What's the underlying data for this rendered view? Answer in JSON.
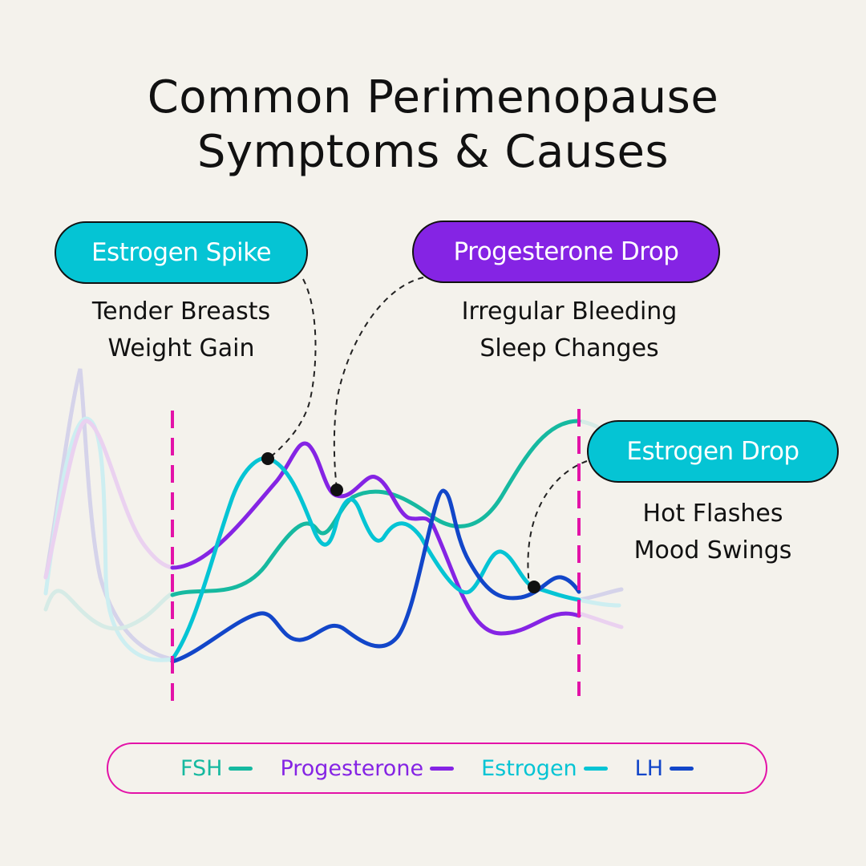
{
  "title": {
    "line1": "Common Perimenopause",
    "line2": "Symptoms & Causes"
  },
  "callouts": [
    {
      "label": "Estrogen Spike",
      "color": "#05c4d4",
      "symptoms": [
        "Tender Breasts",
        "Weight Gain"
      ]
    },
    {
      "label": "Progesterone Drop",
      "color": "#8524e4",
      "symptoms": [
        "Irregular Bleeding",
        "Sleep Changes"
      ]
    },
    {
      "label": "Estrogen Drop",
      "color": "#05c4d4",
      "symptoms": [
        "Hot Flashes",
        "Mood Swings"
      ]
    }
  ],
  "legend": [
    {
      "label": "FSH",
      "color": "#16b9a0"
    },
    {
      "label": "Progesterone",
      "color": "#8524e4"
    },
    {
      "label": "Estrogen",
      "color": "#05c4d4"
    },
    {
      "label": "LH",
      "color": "#1246c9"
    }
  ],
  "colors": {
    "background": "#f4f2ec",
    "marker_line": "#e313a8",
    "fsh": "#16b9a0",
    "progesterone": "#8524e4",
    "estrogen": "#05c4d4",
    "lh": "#1246c9"
  },
  "chart_data": {
    "type": "line",
    "title": "Common Perimenopause Symptoms & Causes",
    "xlabel": "",
    "ylabel": "",
    "grid": false,
    "legend_position": "bottom",
    "series": [
      {
        "name": "FSH",
        "color": "#16b9a0"
      },
      {
        "name": "Progesterone",
        "color": "#8524e4"
      },
      {
        "name": "Estrogen",
        "color": "#05c4d4"
      },
      {
        "name": "LH",
        "color": "#1246c9"
      }
    ],
    "annotations": [
      {
        "text": "Estrogen Spike",
        "target": "Estrogen peak"
      },
      {
        "text": "Progesterone Drop",
        "target": "Progesterone decline"
      },
      {
        "text": "Estrogen Drop",
        "target": "Estrogen decline"
      }
    ],
    "markers": [
      "perimenopause start (dashed line)",
      "perimenopause end (dashed line)"
    ]
  }
}
